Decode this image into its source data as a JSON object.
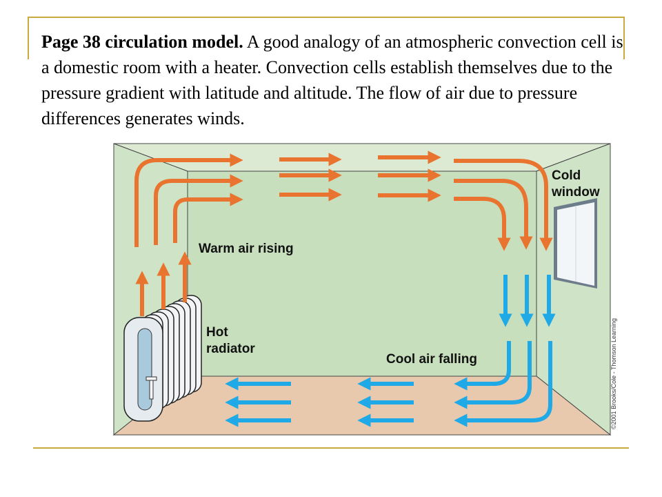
{
  "caption": {
    "bold_lead": "Page 38 circulation model.",
    "body": " A good analogy of an atmospheric convection cell is a domestic room with a heater.  Convection cells establish themselves  due to the pressure gradient with latitude and altitude. The flow of air due to pressure differences generates winds."
  },
  "labels": {
    "warm_air": "Warm air rising",
    "hot_radiator_line1": "Hot",
    "hot_radiator_line2": "radiator",
    "cool_air": "Cool air falling",
    "cold_window_line1": "Cold",
    "cold_window_line2": "window"
  },
  "credit": "©2001 Brooks/Cole - Thomson Learning",
  "colors": {
    "warm_arrow": "#e8742f",
    "cool_arrow": "#1fa9e6",
    "wall": "#cfe3c6",
    "back_wall": "#c7dfbd",
    "floor": "#e9c9ad",
    "rule": "#c8a93c"
  }
}
